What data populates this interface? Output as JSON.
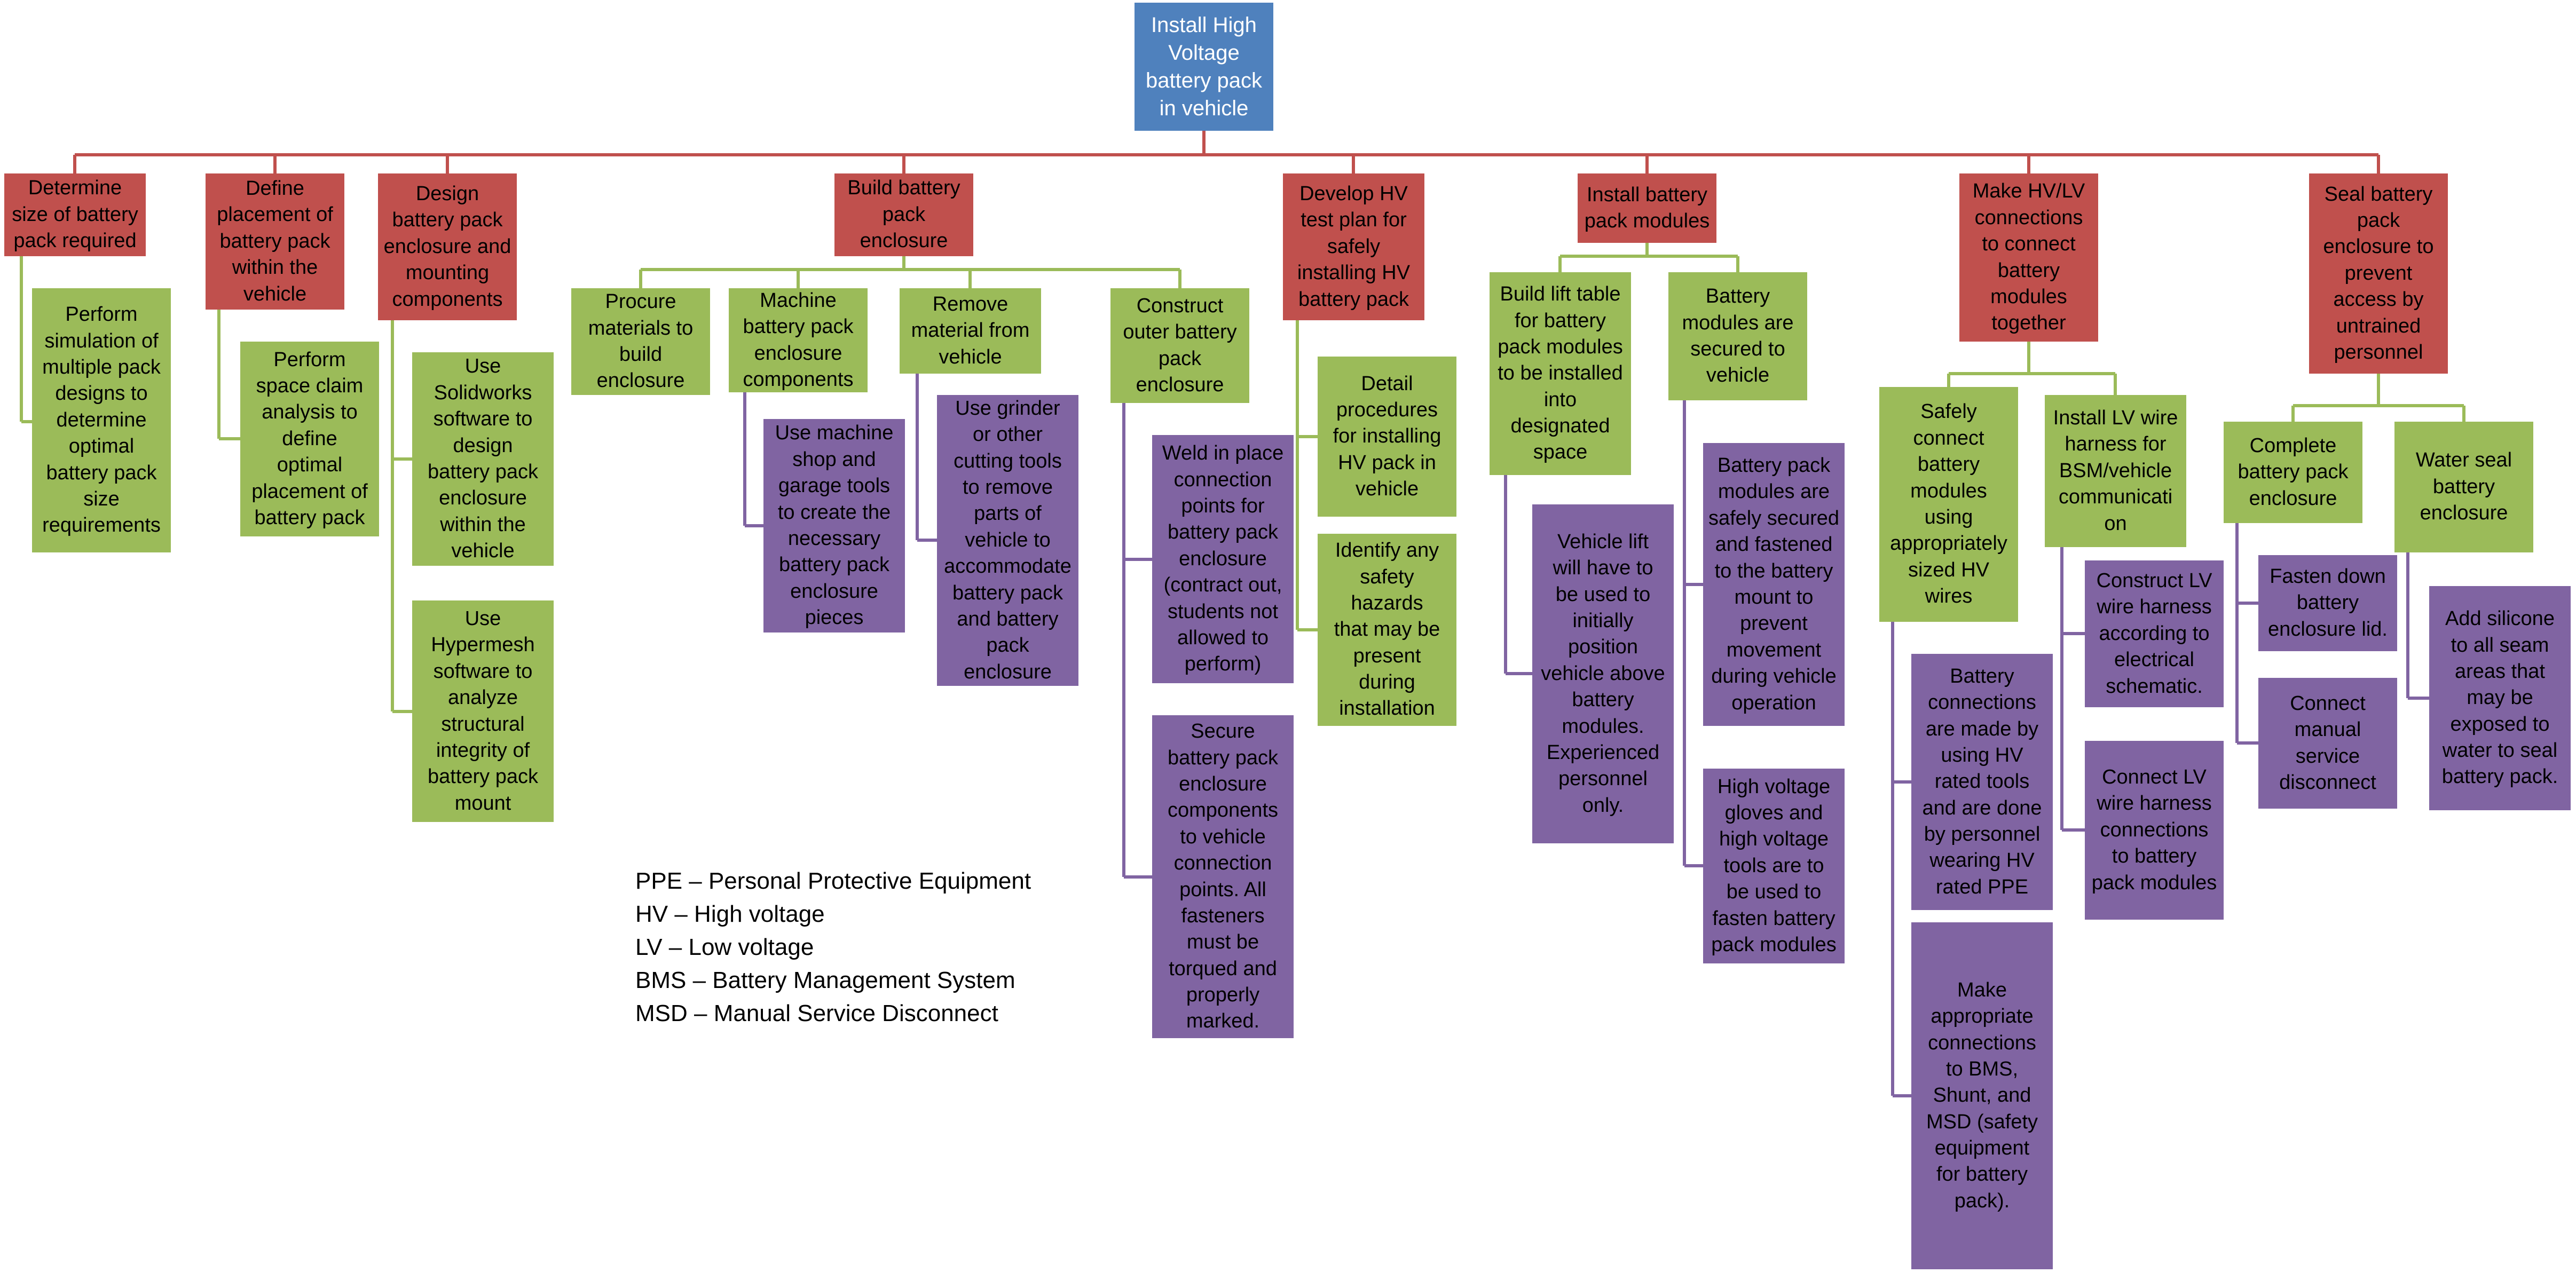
{
  "colors": {
    "root": "#4F81BD",
    "task": "#C0504D",
    "subtask": "#9BBB59",
    "detail": "#8064A2",
    "wire_red": "#C0504D",
    "wire_green": "#9BBB59",
    "wire_purple": "#8064A2"
  },
  "root": {
    "label": "Install High\nVoltage\nbattery pack\nin vehicle"
  },
  "tasks": [
    {
      "label": "Determine\nsize of battery\npack required"
    },
    {
      "label": "Define\nplacement of\nbattery pack\nwithin the\nvehicle"
    },
    {
      "label": "Design\nbattery pack\nenclosure and\nmounting\ncomponents"
    },
    {
      "label": "Build battery\npack\nenclosure"
    },
    {
      "label": "Develop HV\ntest plan for\nsafely\ninstalling HV\nbattery pack"
    },
    {
      "label": "Install battery\npack modules"
    },
    {
      "label": "Make HV/LV\nconnections\nto connect\nbattery\nmodules\ntogether"
    },
    {
      "label": "Seal battery\npack\nenclosure to\nprevent\naccess by\nuntrained\npersonnel"
    }
  ],
  "subtasks": [
    {
      "label": "Perform\nsimulation of\nmultiple pack\ndesigns to\ndetermine\noptimal\nbattery pack\nsize\nrequirements"
    },
    {
      "label": "Perform\nspace claim\nanalysis to\ndefine\noptimal\nplacement of\nbattery pack"
    },
    {
      "label": "Use\nSolidworks\nsoftware to\ndesign\nbattery pack\nenclosure\nwithin the\nvehicle"
    },
    {
      "label": "Use\nHypermesh\nsoftware to\nanalyze\nstructural\nintegrity of\nbattery pack\nmount"
    },
    {
      "label": "Procure\nmaterials to\nbuild\nenclosure"
    },
    {
      "label": "Machine\nbattery pack\nenclosure\ncomponents"
    },
    {
      "label": "Remove\nmaterial from\nvehicle"
    },
    {
      "label": "Construct\nouter battery\npack\nenclosure"
    },
    {
      "label": "Detail\nprocedures\nfor installing\nHV pack in\nvehicle"
    },
    {
      "label": "Identify any\nsafety hazards\nthat may be\npresent\nduring\ninstallation"
    },
    {
      "label": "Build lift table\nfor battery\npack modules\nto be installed\ninto\ndesignated\nspace"
    },
    {
      "label": "Battery\nmodules are\nsecured to\nvehicle"
    },
    {
      "label": "Safely\nconnect\nbattery\nmodules\nusing\nappropriately\nsized HV\nwires"
    },
    {
      "label": "Install LV wire\nharness for\nBSM/vehicle\ncommunicati\non"
    },
    {
      "label": "Complete\nbattery  pack\nenclosure"
    },
    {
      "label": "Water seal\nbattery\nenclosure"
    }
  ],
  "details": [
    {
      "label": "Use machine\nshop and\ngarage tools\nto create the\nnecessary\nbattery pack\nenclosure\npieces"
    },
    {
      "label": "Use grinder\nor other\ncutting tools\nto remove\nparts of\nvehicle to\naccommodate\nbattery pack\nand battery\npack\nenclosure"
    },
    {
      "label": "Weld in place\nconnection\npoints for\nbattery pack\nenclosure\n(contract out,\nstudents not\nallowed to\nperform)"
    },
    {
      "label": "Secure\nbattery pack\nenclosure\ncomponents\nto vehicle\nconnection\npoints. All\nfasteners\nmust be\ntorqued and\nproperly\nmarked."
    },
    {
      "label": "Vehicle lift\nwill have to\nbe used to\ninitially\nposition\nvehicle above\nbattery\nmodules.\nExperienced\npersonnel\nonly."
    },
    {
      "label": "Battery pack\nmodules are\nsafely secured\nand fastened\nto the battery\nmount to\nprevent\nmovement\nduring vehicle\noperation"
    },
    {
      "label": "High voltage\ngloves and\nhigh voltage\ntools are to\nbe used to\nfasten battery\npack modules"
    },
    {
      "label": "Battery\nconnections\nare made by\nusing HV\nrated tools\nand are done\nby personnel\nwearing HV\nrated PPE"
    },
    {
      "label": "Make\nappropriate\nconnections\nto BMS,\nShunt, and\nMSD  (safety\nequipment\nfor battery\npack)."
    },
    {
      "label": "Construct LV\nwire harness\naccording to\nelectrical\nschematic."
    },
    {
      "label": "Connect LV\nwire harness\nconnections\nto battery\npack modules"
    },
    {
      "label": "Fasten down\nbattery\nenclosure lid."
    },
    {
      "label": "Connect\nmanual\nservice\ndisconnect"
    },
    {
      "label": "Add silicone\nto all seam\nareas that\nmay be\nexposed to\nwater to seal\nbattery pack."
    }
  ],
  "legend": [
    "PPE – Personal Protective Equipment",
    "HV – High voltage",
    "LV – Low voltage",
    "BMS – Battery Management System",
    "MSD – Manual Service Disconnect"
  ]
}
